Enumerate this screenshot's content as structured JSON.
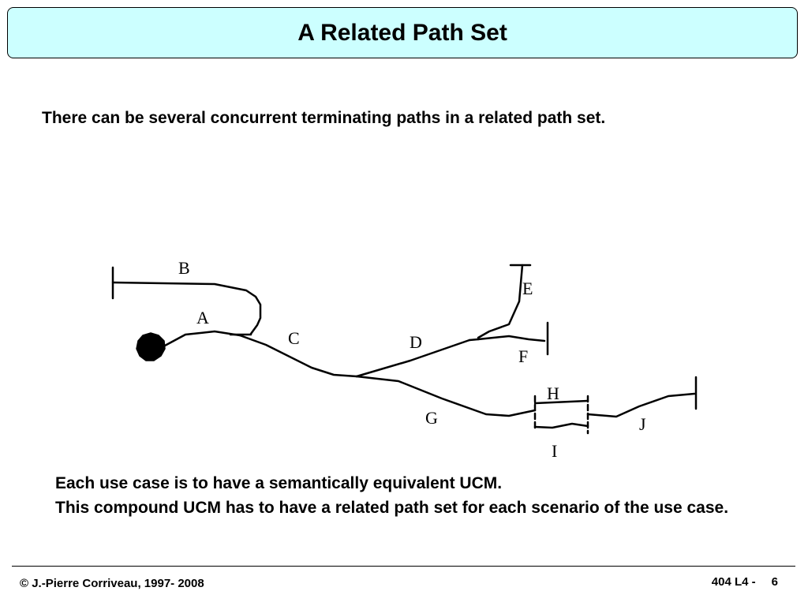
{
  "header": {
    "title": "A Related Path Set"
  },
  "intro": "There can be several concurrent terminating paths in a related path set.",
  "diagram": {
    "labels": {
      "a": "A",
      "b": "B",
      "c": "C",
      "d": "D",
      "e": "E",
      "f": "F",
      "g": "G",
      "h": "H",
      "i": "I",
      "j": "J"
    }
  },
  "body": {
    "lines": [
      "Each use case is to have a semantically equivalent UCM.",
      "This compound UCM has to have a related path set for each scenario of the use case."
    ]
  },
  "footer": {
    "copyright": "© J.-Pierre Corriveau, 1997- 2008",
    "course": "404 L4 -",
    "page": "6"
  }
}
